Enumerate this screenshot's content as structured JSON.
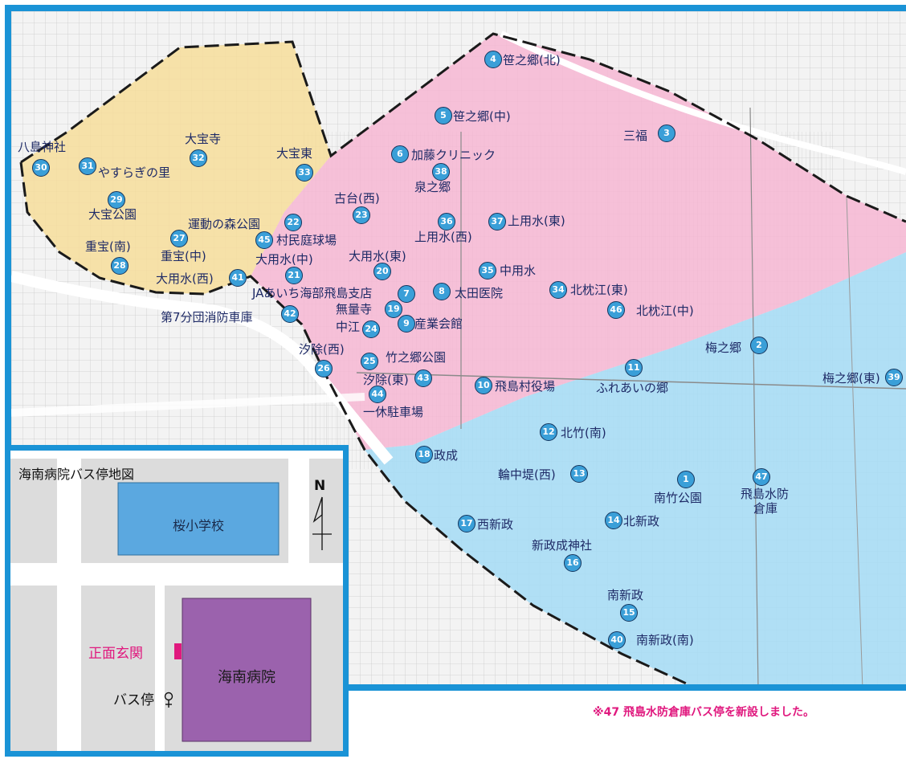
{
  "colors": {
    "frame": "#1a93d6",
    "yellow_zone": "#f6dd9a",
    "pink_zone": "#f6b6d2",
    "blue_zone": "#a6dcf5",
    "stop_fill": "#3a9fd8",
    "school": "#5ba8e0",
    "hospital": "#9b62ad",
    "entrance": "#e0187e",
    "notice": "#e0187e"
  },
  "places": [
    {
      "id": "p1",
      "text": "南竹公園"
    },
    {
      "id": "p2",
      "text": "梅之郷"
    },
    {
      "id": "p3",
      "text": "三福"
    },
    {
      "id": "p4",
      "text": "笹之郷(北)"
    },
    {
      "id": "p5",
      "text": "笹之郷(中)"
    },
    {
      "id": "p6",
      "text": "加藤クリニック"
    },
    {
      "id": "p7",
      "text": "JAあいち海部飛島支店"
    },
    {
      "id": "p8",
      "text": "太田医院"
    },
    {
      "id": "p9",
      "text": "産業会館"
    },
    {
      "id": "p10",
      "text": "飛島村役場"
    },
    {
      "id": "p11",
      "text": "ふれあいの郷"
    },
    {
      "id": "p12",
      "text": "北竹(南)"
    },
    {
      "id": "p13",
      "text": "輪中堤(西)"
    },
    {
      "id": "p14",
      "text": "北新政"
    },
    {
      "id": "p16",
      "text": "新政成神社"
    },
    {
      "id": "p15",
      "text": "南新政"
    },
    {
      "id": "p17",
      "text": "西新政"
    },
    {
      "id": "p18",
      "text": "政成"
    },
    {
      "id": "p19",
      "text": "無量寺"
    },
    {
      "id": "p20",
      "text": "大用水(東)"
    },
    {
      "id": "p21",
      "text": "大用水(中)"
    },
    {
      "id": "p22",
      "text": "運動の森公園"
    },
    {
      "id": "p23",
      "text": "古台(西)"
    },
    {
      "id": "p24",
      "text": "中江"
    },
    {
      "id": "p25",
      "text": "竹之郷公園"
    },
    {
      "id": "p26",
      "text": "汐除(西)"
    },
    {
      "id": "p27",
      "text": "重宝(中)"
    },
    {
      "id": "p28",
      "text": "重宝(南)"
    },
    {
      "id": "p29",
      "text": "大宝公園"
    },
    {
      "id": "p30",
      "text": "八島神社"
    },
    {
      "id": "p31",
      "text": "やすらぎの里"
    },
    {
      "id": "p32",
      "text": "大宝寺"
    },
    {
      "id": "p33",
      "text": "大宝東"
    },
    {
      "id": "p34",
      "text": "北枕江(東)"
    },
    {
      "id": "p35",
      "text": "中用水"
    },
    {
      "id": "p36",
      "text": "上用水(西)"
    },
    {
      "id": "p37",
      "text": "上用水(東)"
    },
    {
      "id": "p38",
      "text": "泉之郷"
    },
    {
      "id": "p39",
      "text": "梅之郷(東)"
    },
    {
      "id": "p40",
      "text": "南新政(南)"
    },
    {
      "id": "p41",
      "text": "大用水(西)"
    },
    {
      "id": "p42",
      "text": "第7分団消防車庫"
    },
    {
      "id": "p43",
      "text": "汐除(東)"
    },
    {
      "id": "p44",
      "text": "一休駐車場"
    },
    {
      "id": "p45",
      "text": "村民庭球場"
    },
    {
      "id": "p46",
      "text": "北枕江(中)"
    },
    {
      "id": "p47a",
      "text": "飛島水防"
    },
    {
      "id": "p47b",
      "text": "倉庫"
    }
  ],
  "stops": [
    {
      "id": "s1",
      "num": "1"
    },
    {
      "id": "s2",
      "num": "2"
    },
    {
      "id": "s3",
      "num": "3"
    },
    {
      "id": "s4",
      "num": "4"
    },
    {
      "id": "s5",
      "num": "5"
    },
    {
      "id": "s6",
      "num": "6"
    },
    {
      "id": "s7",
      "num": "7"
    },
    {
      "id": "s8",
      "num": "8"
    },
    {
      "id": "s9",
      "num": "9"
    },
    {
      "id": "s10",
      "num": "10"
    },
    {
      "id": "s11",
      "num": "11"
    },
    {
      "id": "s12",
      "num": "12"
    },
    {
      "id": "s13",
      "num": "13"
    },
    {
      "id": "s14",
      "num": "14"
    },
    {
      "id": "s15",
      "num": "15"
    },
    {
      "id": "s16",
      "num": "16"
    },
    {
      "id": "s17",
      "num": "17"
    },
    {
      "id": "s18",
      "num": "18"
    },
    {
      "id": "s19",
      "num": "19"
    },
    {
      "id": "s20",
      "num": "20"
    },
    {
      "id": "s21",
      "num": "21"
    },
    {
      "id": "s22",
      "num": "22"
    },
    {
      "id": "s23",
      "num": "23"
    },
    {
      "id": "s24",
      "num": "24"
    },
    {
      "id": "s25",
      "num": "25"
    },
    {
      "id": "s26",
      "num": "26"
    },
    {
      "id": "s27",
      "num": "27"
    },
    {
      "id": "s28",
      "num": "28"
    },
    {
      "id": "s29",
      "num": "29"
    },
    {
      "id": "s30",
      "num": "30"
    },
    {
      "id": "s31",
      "num": "31"
    },
    {
      "id": "s32",
      "num": "32"
    },
    {
      "id": "s33",
      "num": "33"
    },
    {
      "id": "s34",
      "num": "34"
    },
    {
      "id": "s35",
      "num": "35"
    },
    {
      "id": "s36",
      "num": "36"
    },
    {
      "id": "s37",
      "num": "37"
    },
    {
      "id": "s38",
      "num": "38"
    },
    {
      "id": "s39",
      "num": "39"
    },
    {
      "id": "s40",
      "num": "40"
    },
    {
      "id": "s41",
      "num": "41"
    },
    {
      "id": "s42",
      "num": "42"
    },
    {
      "id": "s43",
      "num": "43"
    },
    {
      "id": "s44",
      "num": "44"
    },
    {
      "id": "s45",
      "num": "45"
    },
    {
      "id": "s46",
      "num": "46"
    },
    {
      "id": "s47",
      "num": "47"
    }
  ],
  "inset": {
    "title": "海南病院バス停地図",
    "school": "桜小学校",
    "hospital": "海南病院",
    "entrance": "正面玄関",
    "bus_stop": "バス停",
    "bus_stop_icon": "bus-stop-pin-icon",
    "north": "N",
    "north_icon": "north-arrow-icon"
  },
  "notice": "※47 飛島水防倉庫バス停を新設しました。"
}
